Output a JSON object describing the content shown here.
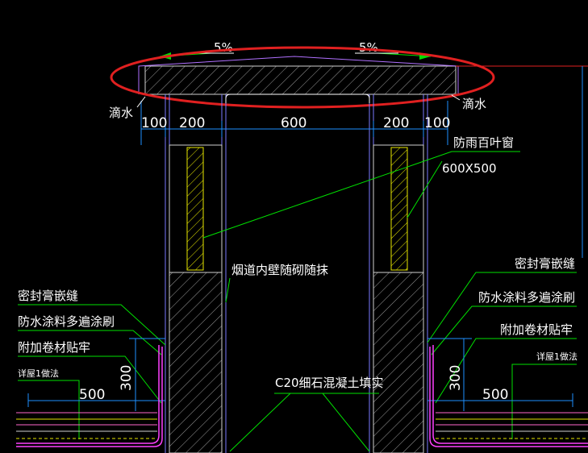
{
  "slopes": {
    "left": "5%",
    "right": "5%"
  },
  "labels": {
    "drip_left": "滴水",
    "drip_right": "滴水",
    "louver": "防雨百叶窗",
    "louver_size": "600X500",
    "flue": "烟道内壁随砌随抹",
    "seal_left": "密封膏嵌缝",
    "coating_left": "防水涂料多遍涂刷",
    "membrane_left": "附加卷材贴牢",
    "roof_left": "详屋1做法",
    "seal_right": "密封膏嵌缝",
    "coating_right": "防水涂料多遍涂刷",
    "membrane_right": "附加卷材贴牢",
    "roof_right": "详屋1做法",
    "concrete": "C20细石混凝土填实"
  },
  "dims": {
    "d100_left": "100",
    "d200_left": "200",
    "d600": "600",
    "d200_right": "200",
    "d100_right": "100",
    "h300_left": "300",
    "w500_left": "500",
    "h300_right": "300",
    "w500_right": "500"
  },
  "colors": {
    "background": "#000000",
    "highlight": "#e02020",
    "wall": "#7a7aff",
    "hatch": "#c8c8c8",
    "dim": "#1e90ff",
    "leader": "#00e000",
    "louver": "#e6e600",
    "membrane": "#ff40ff",
    "ground": "#ff66cc"
  }
}
